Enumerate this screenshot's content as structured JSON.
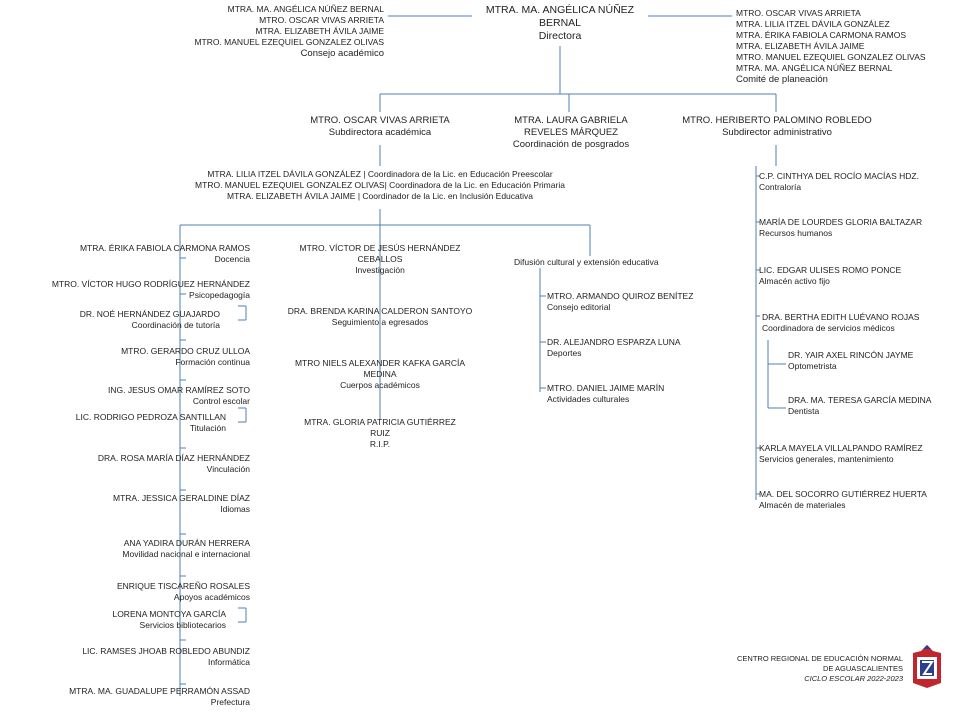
{
  "director": {
    "lines": [
      "MTRA. MA. ANGÉLICA NÚÑEZ",
      "BERNAL",
      "Directora"
    ]
  },
  "consejo": {
    "lines": [
      "MTRA. MA. ANGÉLICA NÚÑEZ BERNAL",
      "MTRO. OSCAR VIVAS ARRIETA",
      "MTRA.  ELIZABETH ÁVILA JAIME",
      "MTRO. MANUEL EZEQUIEL GONZALEZ OLIVAS",
      "Consejo académico"
    ]
  },
  "comite": {
    "lines": [
      "MTRO. OSCAR VIVAS ARRIETA",
      "MTRA. LILIA ITZEL DÁVILA GONZÁLEZ",
      "MTRA. ÉRIKA FABIOLA CARMONA RAMOS",
      "MTRA.  ELIZABETH ÁVILA JAIME",
      "MTRO. MANUEL EZEQUIEL GONZALEZ OLIVAS",
      "MTRA. MA. ANGÉLICA NÚÑEZ BERNAL",
      "Comité de planeación"
    ]
  },
  "subacad": {
    "lines": [
      "MTRO. OSCAR VIVAS ARRIETA",
      "Subdirectora académica"
    ]
  },
  "posgrados": {
    "lines": [
      "MTRA. LAURA GABRIELA",
      "REVELES MÁRQUEZ",
      "Coordinación de posgrados"
    ]
  },
  "subadmin": {
    "lines": [
      "MTRO. HERIBERTO PALOMINO ROBLEDO",
      "Subdirector administrativo"
    ]
  },
  "coordinadoras": {
    "lines": [
      "MTRA. LILIA ITZEL DÁVILA GONZÁLEZ | Coordinadora de la Lic. en Educación Preescolar",
      "MTRO. MANUEL EZEQUIEL GONZALEZ OLIVAS| Coordinadora de la Lic. en Educación Primaria",
      "MTRA.  ELIZABETH ÁVILA JAIME | Coordinador de la Lic. en  Inclusión Educativa"
    ]
  },
  "left_column": [
    {
      "lines": [
        "MTRA. ÉRIKA FABIOLA CARMONA RAMOS",
        "Docencia"
      ]
    },
    {
      "lines": [
        "MTRO. VÍCTOR HUGO RODRÍGUEZ HERNÁNDEZ",
        "Psicopedagogía"
      ]
    },
    {
      "lines": [
        "DR.  NOÉ HERNÁNDEZ GUAJARDO",
        "Coordinación de tutoría"
      ]
    },
    {
      "lines": [
        "MTRO. GERARDO CRUZ ULLOA",
        "Formación continua"
      ]
    },
    {
      "lines": [
        "ING. JESUS OMAR RAMÍREZ SOTO",
        "Control escolar"
      ]
    },
    {
      "lines": [
        "LIC. RODRIGO PEDROZA SANTILLAN",
        "Titulación"
      ]
    },
    {
      "lines": [
        "DRA. ROSA MARÍA DÍAZ HERNÁNDEZ",
        "Vinculación"
      ]
    },
    {
      "lines": [
        "MTRA. JESSICA GERALDINE DÍAZ",
        "Idiomas"
      ]
    },
    {
      "lines": [
        "ANA YADIRA DURÁN HERRERA",
        "Movilidad nacional e internacional"
      ]
    },
    {
      "lines": [
        "ENRIQUE TISCAREÑO ROSALES",
        "Apoyos académicos"
      ]
    },
    {
      "lines": [
        "LORENA MONTOYA GARCÍA",
        "Servicios bibliotecarios"
      ]
    },
    {
      "lines": [
        "LIC. RAMSES JHOAB ROBLEDO ABUNDIZ",
        "Informática"
      ]
    },
    {
      "lines": [
        "MTRA.  MA. GUADALUPE PERRAMÓN ASSAD",
        "Prefectura"
      ]
    }
  ],
  "mid_column": [
    {
      "lines": [
        "MTRO. VÍCTOR DE JESÚS HERNÁNDEZ",
        "CEBALLOS",
        "Investigación"
      ]
    },
    {
      "lines": [
        "DRA. BRENDA KARINA CALDERON SANTOYO",
        "Seguimiento a egresados"
      ]
    },
    {
      "lines": [
        "MTRO NIELS ALEXANDER KAFKA GARCÍA",
        "MEDINA",
        "Cuerpos académicos"
      ]
    },
    {
      "lines": [
        "MTRA. GLORIA PATRICIA GUTIÉRREZ",
        "RUIZ",
        "R.I.P."
      ]
    }
  ],
  "difusion": {
    "title": "Difusión cultural y extensión educativa",
    "items": [
      {
        "lines": [
          "MTRO. ARMANDO QUIROZ BENÍTEZ",
          "Consejo editorial"
        ]
      },
      {
        "lines": [
          "DR. ALEJANDRO ESPARZA LUNA",
          "Deportes"
        ]
      },
      {
        "lines": [
          "MTRO. DANIEL JAIME MARÍN",
          "Actividades culturales"
        ]
      }
    ]
  },
  "admin_column": [
    {
      "lines": [
        "C.P. CINTHYA DEL ROCÍO MACÍAS HDZ.",
        "Contraloría"
      ]
    },
    {
      "lines": [
        "MARÍA DE LOURDES GLORIA BALTAZAR",
        "Recursos humanos"
      ]
    },
    {
      "lines": [
        "LIC. EDGAR ULISES ROMO PONCE",
        "Almacén activo fijo"
      ]
    },
    {
      "lines": [
        "DRA. BERTHA EDITH LUÉVANO ROJAS",
        "Coordinadora de servicios médicos"
      ]
    },
    {
      "lines": [
        "DR. YAIR AXEL RINCÓN JAYME",
        "Optometrista"
      ]
    },
    {
      "lines": [
        "DRA. MA. TERESA GARCÍA MEDINA",
        "Dentista"
      ]
    },
    {
      "lines": [
        "KARLA MAYELA VILLALPANDO RAMÍREZ",
        "Servicios generales, mantenimiento"
      ]
    },
    {
      "lines": [
        "MA. DEL SOCORRO GUTIÉRREZ HUERTA",
        "Almacén de materiales"
      ]
    }
  ],
  "footer": {
    "lines": [
      "CENTRO REGIONAL  DE EDUCACIÓN NORMAL",
      "DE AGUASCALIENTES",
      "CICLO ESCOLAR 2022-2023"
    ]
  },
  "colors": {
    "line": "#4f7fb3",
    "logo_red": "#c0262d",
    "logo_blue": "#2b3f8f"
  },
  "logo_icon": "institution-shield-icon"
}
